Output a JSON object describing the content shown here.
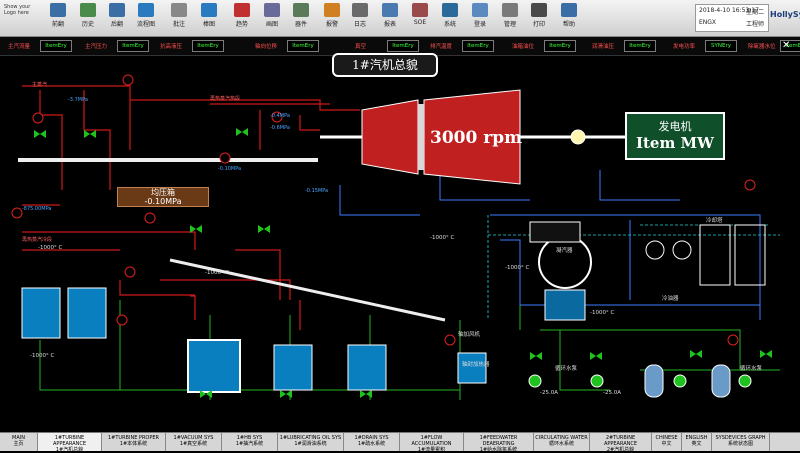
{
  "logo": {
    "text": "Show your Logo here"
  },
  "toolbar": {
    "buttons": [
      "前翻",
      "历史",
      "后翻",
      "流程图",
      "批注",
      "棒图",
      "趋势",
      "画图",
      "器件",
      "报警",
      "日志",
      "报表",
      "SOE",
      "系统",
      "登录",
      "管理",
      "打印",
      "帮助"
    ]
  },
  "status": {
    "datetime": "2018-4-10 16:53:17",
    "weekday": "星期二",
    "mode": "ENGX",
    "role": "工程师"
  },
  "brand": "HollySys",
  "params": [
    {
      "label": "主汽流量",
      "value": "ItemEry"
    },
    {
      "label": "主汽压力",
      "value": "ItemEry"
    },
    {
      "label": "抗高液压",
      "value": "ItemEry"
    },
    {
      "label": "轴向位移",
      "value": "ItemEry"
    },
    {
      "label": "真空",
      "value": "ItemEry"
    },
    {
      "label": "排汽温度",
      "value": "ItemEry"
    },
    {
      "label": "油箱油位",
      "value": "ItemEry"
    },
    {
      "label": "润滑油压",
      "value": "ItemEry"
    },
    {
      "label": "发电功率",
      "value": "SYNEry"
    },
    {
      "label": "除氧器水位",
      "value": "ItemEry"
    }
  ],
  "title": "1#汽机总貌",
  "turbine": {
    "speed": "3000 rpm"
  },
  "generator": {
    "label": "发电机",
    "value": "Item MW"
  },
  "equalizer": {
    "label": "均压箱",
    "pressure": "-0.10MPa"
  },
  "labels": {
    "main_steam": "主蒸汽",
    "reheat_steam": "再热蒸汽热段",
    "reheat_cold": "再热蒸汽冷段",
    "vacuum_pump": "凝汽器",
    "condenser": "凝汽器",
    "cooling_tower": "冷却塔",
    "oil_cooler": "冷油器",
    "gland_heater": "轴加风机",
    "gland_heater2": "轴封加热器",
    "circ_pump_1": "循环水泵",
    "circ_pump_2": "循环水泵",
    "p1": "-3.7MPa",
    "p2": "-0.4MPa",
    "p3": "-0.6MPa",
    "p4": "-0.10MPa",
    "p5": "-0.15MPa",
    "p6": "-875.00MPa",
    "p7": "-1000° C",
    "p8": "-1000° C",
    "p9": "-1000° C",
    "p10": "-25.0A",
    "p11": "-25.0A",
    "p12": "-1000° C",
    "p13": "-1000° C",
    "p14": "-1000° C"
  },
  "tabs": [
    {
      "en": "MAIN",
      "zh": "主页"
    },
    {
      "en": "1#TURBINE APPEARANCE",
      "zh": "1#汽机总貌"
    },
    {
      "en": "1#TURBINE PROPER",
      "zh": "1#本体系统"
    },
    {
      "en": "1#VACUUM SYS",
      "zh": "1#真空系统"
    },
    {
      "en": "1#HB SYS",
      "zh": "1#抽汽系统"
    },
    {
      "en": "1#LUBRICATING OIL SYS",
      "zh": "1#润滑油系统"
    },
    {
      "en": "1#DRAIN SYS",
      "zh": "1#疏水系统"
    },
    {
      "en": "1#FLOW ACCUMULATION",
      "zh": "1#流量累积"
    },
    {
      "en": "1#FEEDWATER DEAERATING",
      "zh": "1#给水除氧系统"
    },
    {
      "en": "CIRCULATING WATER",
      "zh": "循环水系统"
    },
    {
      "en": "2#TURBINE APPEARANCE",
      "zh": "2#汽机总貌"
    },
    {
      "en": "CHINESE",
      "zh": "中文"
    },
    {
      "en": "ENGLISH",
      "zh": "英文"
    },
    {
      "en": "SYSDEVICES GRAPH",
      "zh": "系统状态图"
    }
  ]
}
